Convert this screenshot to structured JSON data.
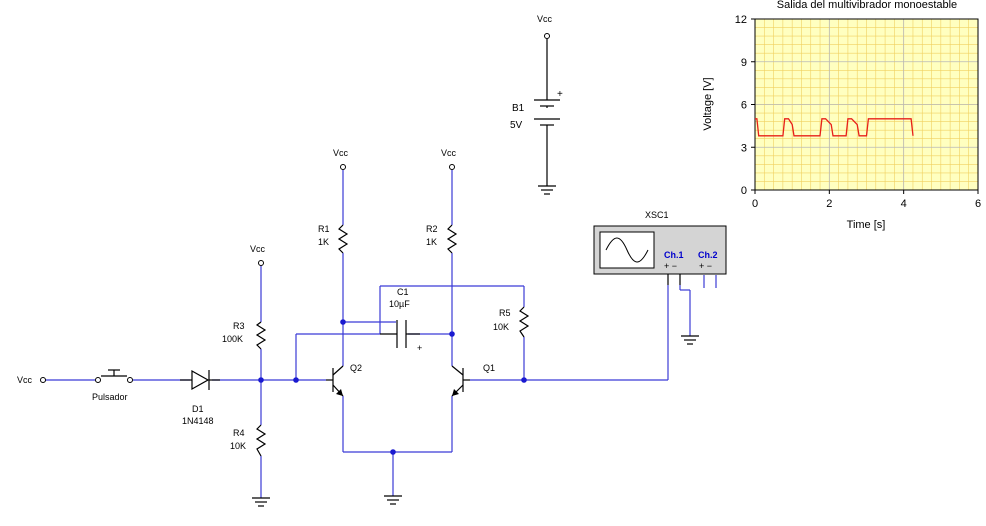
{
  "schematic": {
    "vcc_labels": [
      "Vcc",
      "Vcc",
      "Vcc",
      "Vcc",
      "Vcc"
    ],
    "b1": {
      "name": "B1",
      "value": "5V",
      "plus": "+"
    },
    "r1": {
      "name": "R1",
      "value": "1K"
    },
    "r2": {
      "name": "R2",
      "value": "1K"
    },
    "r3": {
      "name": "R3",
      "value": "100K"
    },
    "r4": {
      "name": "R4",
      "value": "10K"
    },
    "r5": {
      "name": "R5",
      "value": "10K"
    },
    "c1": {
      "name": "C1",
      "value": "10µF",
      "plus": "+"
    },
    "d1": {
      "name": "D1",
      "value": "1N4148"
    },
    "q1": {
      "name": "Q1"
    },
    "q2": {
      "name": "Q2"
    },
    "switch": {
      "name": "Pulsador"
    },
    "scope": {
      "name": "XSC1",
      "ch1": "Ch.1",
      "ch2": "Ch.2",
      "ch1_pm": "+ −",
      "ch2_pm": "+ −"
    }
  },
  "chart_data": {
    "type": "line",
    "title": "Salida del multivibrador monoestable",
    "xlabel": "Time [s]",
    "ylabel": "Voltage [V]",
    "xlim": [
      0,
      6
    ],
    "ylim": [
      0,
      12
    ],
    "xticks": [
      "0",
      "2",
      "4",
      "6"
    ],
    "yticks": [
      "0",
      "3",
      "6",
      "9",
      "12"
    ],
    "grid": true,
    "series": [
      {
        "color": "#e8201a",
        "x": [
          0.0,
          0.05,
          0.1,
          0.75,
          0.8,
          0.9,
          1.0,
          1.05,
          1.75,
          1.8,
          1.9,
          2.05,
          2.1,
          2.45,
          2.5,
          2.6,
          2.75,
          2.8,
          3.0,
          3.05,
          4.2,
          4.25
        ],
        "y": [
          5.0,
          5.0,
          3.8,
          3.8,
          5.0,
          5.0,
          4.6,
          3.8,
          3.8,
          5.0,
          5.0,
          4.6,
          3.8,
          3.8,
          5.0,
          5.0,
          4.6,
          3.8,
          3.8,
          5.0,
          5.0,
          3.8
        ]
      }
    ]
  }
}
